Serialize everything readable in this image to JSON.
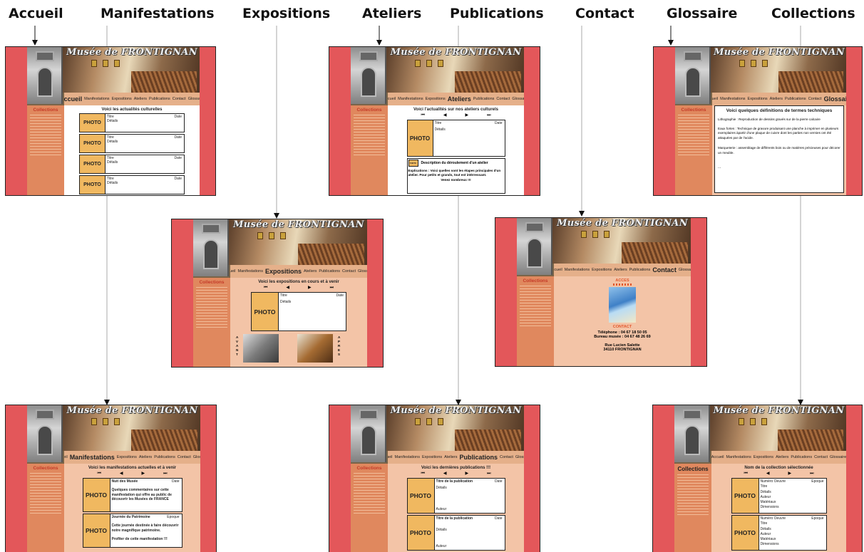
{
  "headings": {
    "accueil": "Accueil",
    "manifestations": "Manifestations",
    "expositions": "Expositions",
    "ateliers": "Ateliers",
    "publications": "Publications",
    "contact": "Contact",
    "glossaire": "Glossaire",
    "collections": "Collections"
  },
  "site": {
    "title": "Musée de FRONTIGNAN",
    "sidebar_heading": "Collections",
    "nav": [
      "Accueil",
      "Manifestations",
      "Expositions",
      "Ateliers",
      "Publications",
      "Contact",
      "Glossaire"
    ]
  },
  "accueil": {
    "heading": "Voici les actualités culturelles",
    "photo": "PHOTO",
    "card_title": "Titre",
    "card_date": "Date",
    "card_details": "Détails"
  },
  "ateliers": {
    "heading": "Voici l'actualités sur nos ateliers culturels",
    "photo": "PHOTO",
    "card_title": "Titre",
    "card_date": "Date",
    "card_details": "Détails",
    "desc_title": "Description du déroulement d'un atelier",
    "desc_text": "Explications : Voici quelles sont les étapes principales d'un atelier. Pour petits et grands, tout est intérressant.",
    "desc_cta": "Venez nombreux !!!"
  },
  "glossaire": {
    "heading": "Voici quelques définitions de termes techniques",
    "defs": [
      "Lithographie : Reproduction de dessins gravés sur de la pierre calcaire",
      "Eaux fortes : Technique de gravure produisant une planche à imprimer en plusieurs exemplaires àpartir d'une plaque de cuivre dont les parties non vernies ont été attaquées par de l'acide.",
      "Marqueterie : assemblage de différents bois ou de matières précieuses pour décorer un meuble.",
      "..."
    ]
  },
  "expositions": {
    "heading": "Voici les expositions en cours et à venir",
    "photo": "PHOTO",
    "card_title": "Titre",
    "card_date": "Date",
    "card_details": "Détails",
    "before": "AVANT",
    "after": "APRES"
  },
  "contact": {
    "acces": "ACCES",
    "contact": "CONTACT",
    "phone": "Téléphone : 04 67 18 50 05",
    "office": "Bureau musée : 04 67 48 26 69",
    "street": "Rue Lucien Salette",
    "city": "34110 FRONTIGNAN"
  },
  "manifestations": {
    "heading": "Voici les manifestations actuelles et à venir",
    "photo": "PHOTO",
    "c1_title": "Nuit des Musée",
    "c1_date": "Date",
    "c1_text": "Quelques commentaires sur cette manifestation qui offre au public de découvrir les Musées de FRANCE",
    "c2_title": "Journée du Patrimoine",
    "c2_date": "Epoque",
    "c2_text": "Cette journée destinée à faire découvrir notre magnifique patrimoine.",
    "c2_cta": "Profiter de cette manifestation !!!"
  },
  "publications": {
    "heading": "Voici les dernières publications !!!",
    "photo": "PHOTO",
    "c1_title": "Titre de la publication",
    "c2_title": "Titre de la publication",
    "date": "Date",
    "details": "Détails",
    "author": "Auteur"
  },
  "collections": {
    "heading": "Nom de la collection sélectionnée",
    "photo": "PHOTO",
    "fields": [
      "Numéro Oeuvre",
      "Titre",
      "Détails",
      "Auteur",
      "Matériaux",
      "Dimensions"
    ],
    "epoque": "Epoque"
  },
  "colors": {
    "frame": "#e3575a",
    "page": "#f3c4a7",
    "sidebar": "#e0885e",
    "photo": "#f0b860"
  }
}
